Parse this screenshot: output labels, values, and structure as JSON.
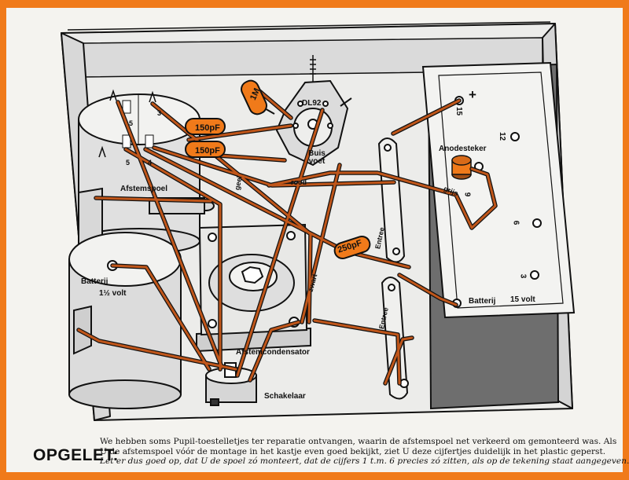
{
  "diagram": {
    "colors": {
      "wire": "#b84c10",
      "component": "#f07a1a",
      "chassis": "#e6e6e6",
      "panel_dark": "#6c6c6c",
      "ink": "#111111"
    },
    "components": {
      "capacitor_a": "150pF",
      "capacitor_b": "150pF",
      "capacitor_c": "250pF",
      "resistor": "1M",
      "tube": "DL92"
    },
    "labels": {
      "tube_socket": "Buis voet",
      "coil": "Afstemspoel",
      "tuning_capacitor": "Afstemcondensator",
      "switch": "Schakelaar",
      "battery_small": "Batterij",
      "battery_small_volt": "1½ volt",
      "battery_large": "Batterij",
      "battery_large_volt": "15 volt",
      "anode_plug": "Anodesteker",
      "entry_1": "Entree",
      "entry_2": "Entree"
    },
    "wire_colors": {
      "yellow": "geel",
      "red": "rood",
      "black": "zwart",
      "grey": "grijs"
    },
    "coil_pins": [
      "5",
      "3",
      "5",
      "4"
    ],
    "battery_terminals": [
      "+",
      "15",
      "12",
      "9",
      "6",
      "3"
    ]
  },
  "footer": {
    "title": "OPGELET:",
    "line1": "We hebben soms Pupil-toestelletjes ter reparatie ontvangen, waarin de afstemspoel net verkeerd om gemonteerd was. Als",
    "line2": "U de afstemspoel vóór de montage in het kastje even goed bekijkt, ziet U deze cijfertjes duidelijk in het plastic geperst.",
    "line3": "Let er dus goed op, dat U de spoel zó monteert, dat de cijfers 1 t.m. 6 precies zó zitten, als op de tekening staat aangegeven."
  }
}
